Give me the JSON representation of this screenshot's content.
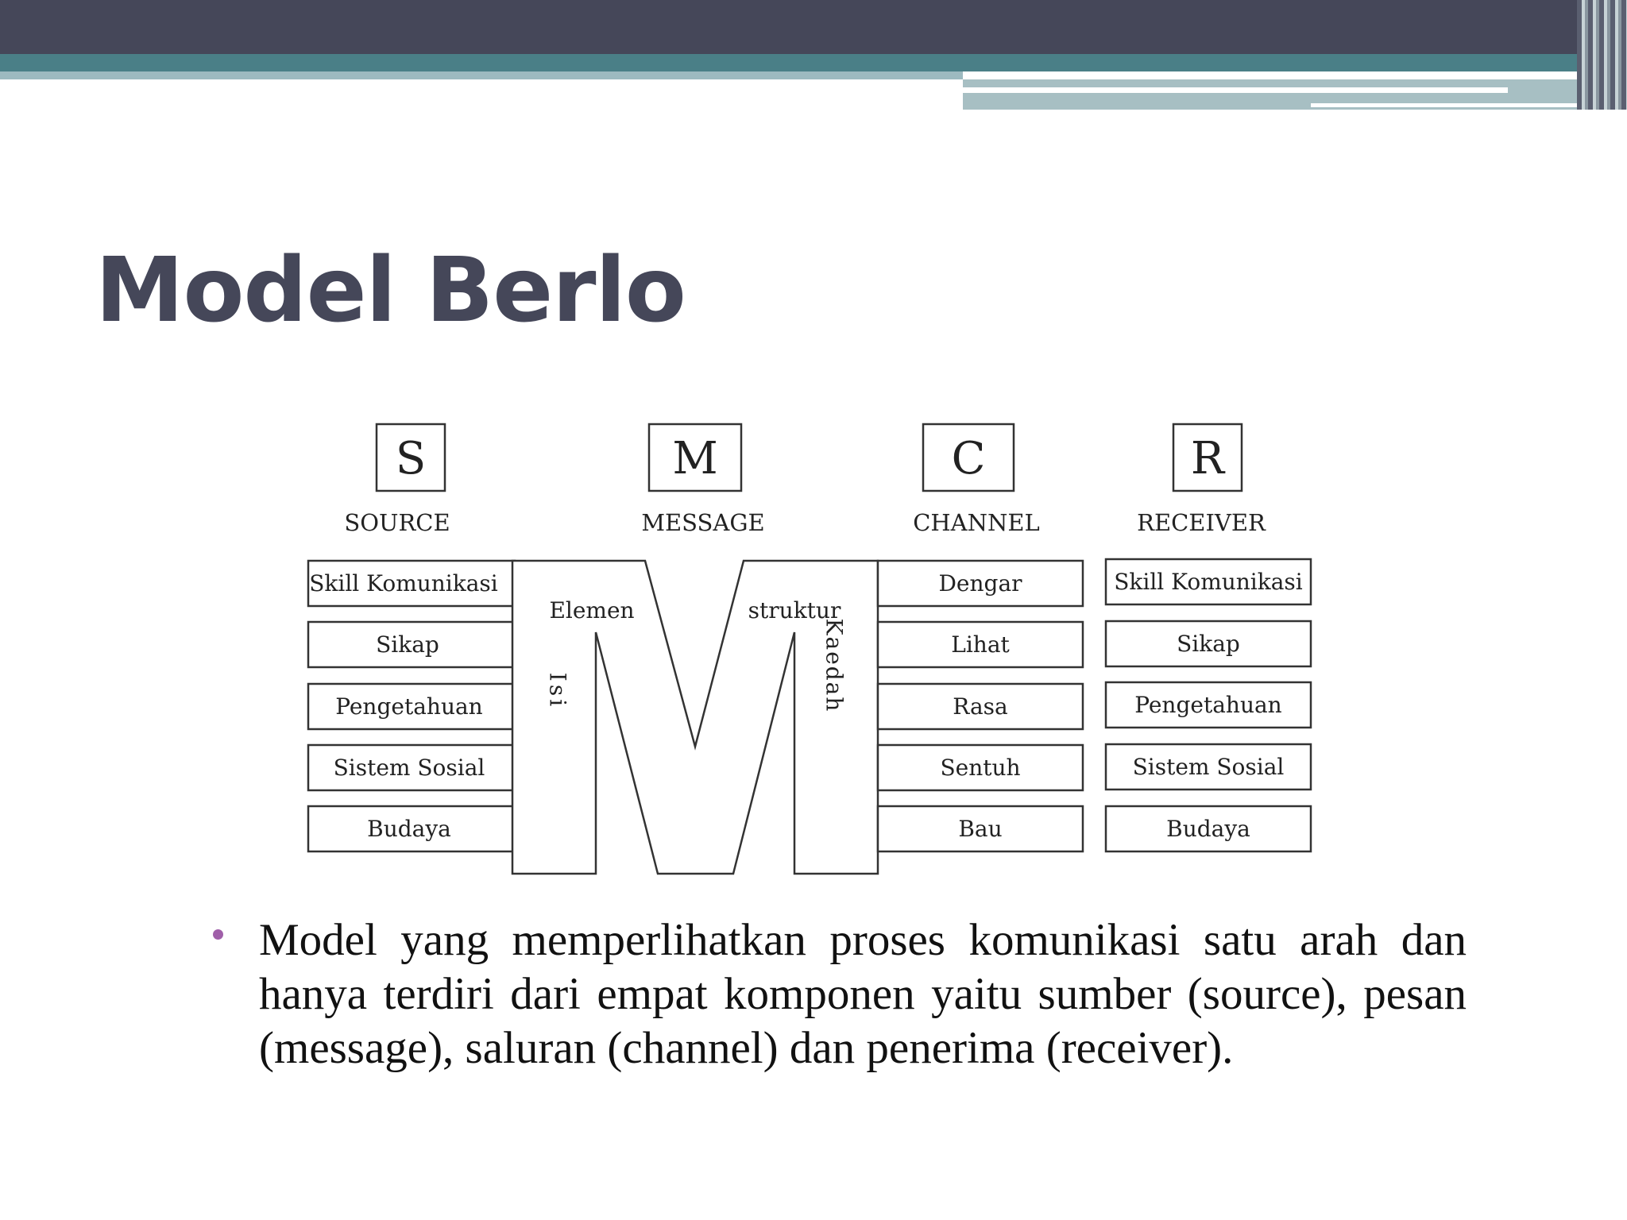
{
  "title": "Model Berlo",
  "columns": [
    {
      "letter": "S",
      "label": "SOURCE",
      "items": [
        "Skill Komunikasi",
        "Sikap",
        "Pengetahuan",
        "Sistem Sosial",
        "Budaya"
      ]
    },
    {
      "letter": "M",
      "label": "MESSAGE",
      "parts": {
        "elemen": "Elemen",
        "struktur": "struktur",
        "isi": "Isi",
        "kaedah": "Kaedah"
      }
    },
    {
      "letter": "C",
      "label": "CHANNEL",
      "items": [
        "Dengar",
        "Lihat",
        "Rasa",
        "Sentuh",
        "Bau"
      ]
    },
    {
      "letter": "R",
      "label": "RECEIVER",
      "items": [
        "Skill Komunikasi",
        "Sikap",
        "Pengetahuan",
        "Sistem Sosial",
        "Budaya"
      ]
    }
  ],
  "bullet": "Model yang memperlihatkan proses komunikasi satu arah dan hanya terdiri dari empat komponen yaitu sumber (source), pesan (message), saluran (channel) dan penerima (receiver).",
  "colors": {
    "header_dark": "#454759",
    "header_teal": "#4a7f87",
    "title": "#454759",
    "bullet_dot": "#a05fa9"
  }
}
